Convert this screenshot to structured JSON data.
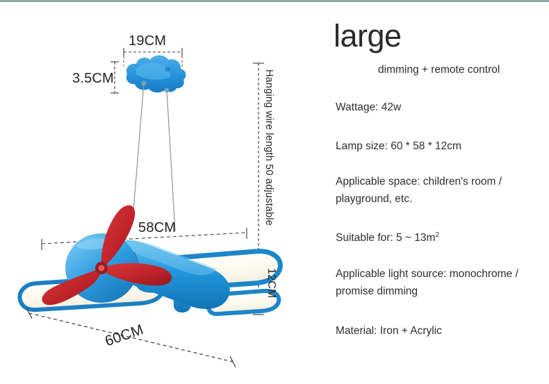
{
  "diagram": {
    "product": "blue airplane pendant lamp with red propeller",
    "dimensions": {
      "canopy_width": "19CM",
      "canopy_height": "3.5CM",
      "wingspan_depth": "58CM",
      "body_length": "60CM",
      "lamp_thickness": "12CM",
      "hanging_wire": "Hanging wire length 50 adjustable"
    },
    "colors": {
      "body": "#2196dd",
      "body_dark": "#1273b4",
      "body_light": "#56b6ea",
      "propeller": "#c0232a",
      "propeller_dark": "#8f161c",
      "wing_panel": "#fbf8ec",
      "wire": "#9a9a9a",
      "dimension_line": "#3a3a3a"
    }
  },
  "specs": {
    "title": "large",
    "subtitle": "dimming + remote control",
    "lines": [
      "Wattage: 42w",
      "Lamp size: 60 * 58 * 12cm",
      "Applicable space: children's room / playground, etc.",
      "Suitable for: 5 ~ 13m",
      "Applicable light source: monochrome / promise dimming",
      "Material: Iron + Acrylic"
    ],
    "area_superscript": "2"
  },
  "theme": {
    "top_rule": "#8fada8",
    "background": "#ffffff",
    "text": "#2d2d2d"
  }
}
